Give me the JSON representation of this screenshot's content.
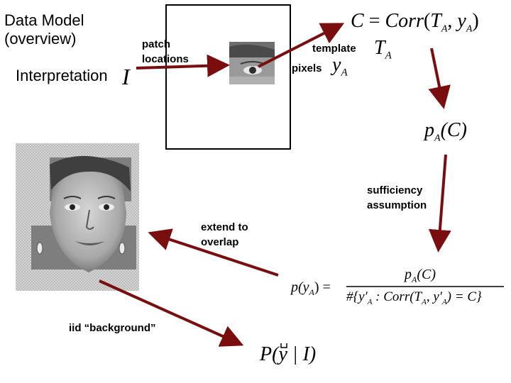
{
  "title": {
    "line1": "Data Model",
    "line2": "(overview)"
  },
  "interpretation": {
    "label": "Interpretation",
    "symbol": "I"
  },
  "patch_locations": {
    "line1": "patch",
    "line2": "locations"
  },
  "template": {
    "label": "template",
    "symbol": "T",
    "subscript": "A"
  },
  "pixels": {
    "label": "pixels",
    "symbol": "y",
    "subscript": "A"
  },
  "formula_corr": {
    "lhs": "C",
    "eq": "=",
    "fn": "Corr",
    "open": "(",
    "T": "T",
    "sub1": "A",
    "comma": ",",
    "y": "y",
    "sub2": "A",
    "close": ")"
  },
  "formula_pac": {
    "p": "p",
    "sub": "A",
    "arg": "(C)"
  },
  "sufficiency": {
    "line1": "sufficiency",
    "line2": "assumption"
  },
  "extend": {
    "line1": "extend to",
    "line2": "overlap"
  },
  "iid": {
    "label": "iid “background”"
  },
  "formula_p_ya": {
    "lhs": "p(y",
    "lhs_sub": "A",
    "lhs_close": ") =",
    "numerator": "p",
    "num_sub": "A",
    "num_arg": "(C)",
    "den_open": "#{y′",
    "den_sub1": "A",
    "den_mid": " : Corr(T",
    "den_sub2": "A",
    "den_mid2": ", y′",
    "den_sub3": "A",
    "den_close": ") = C}"
  },
  "formula_final": {
    "text_open": "P(",
    "symbol": "y",
    "text_mid": " | ",
    "symbol2": "I",
    "text_close": ")"
  },
  "colors": {
    "arrow": "#7a0d0d",
    "face_bg": "#d9d9d9"
  }
}
